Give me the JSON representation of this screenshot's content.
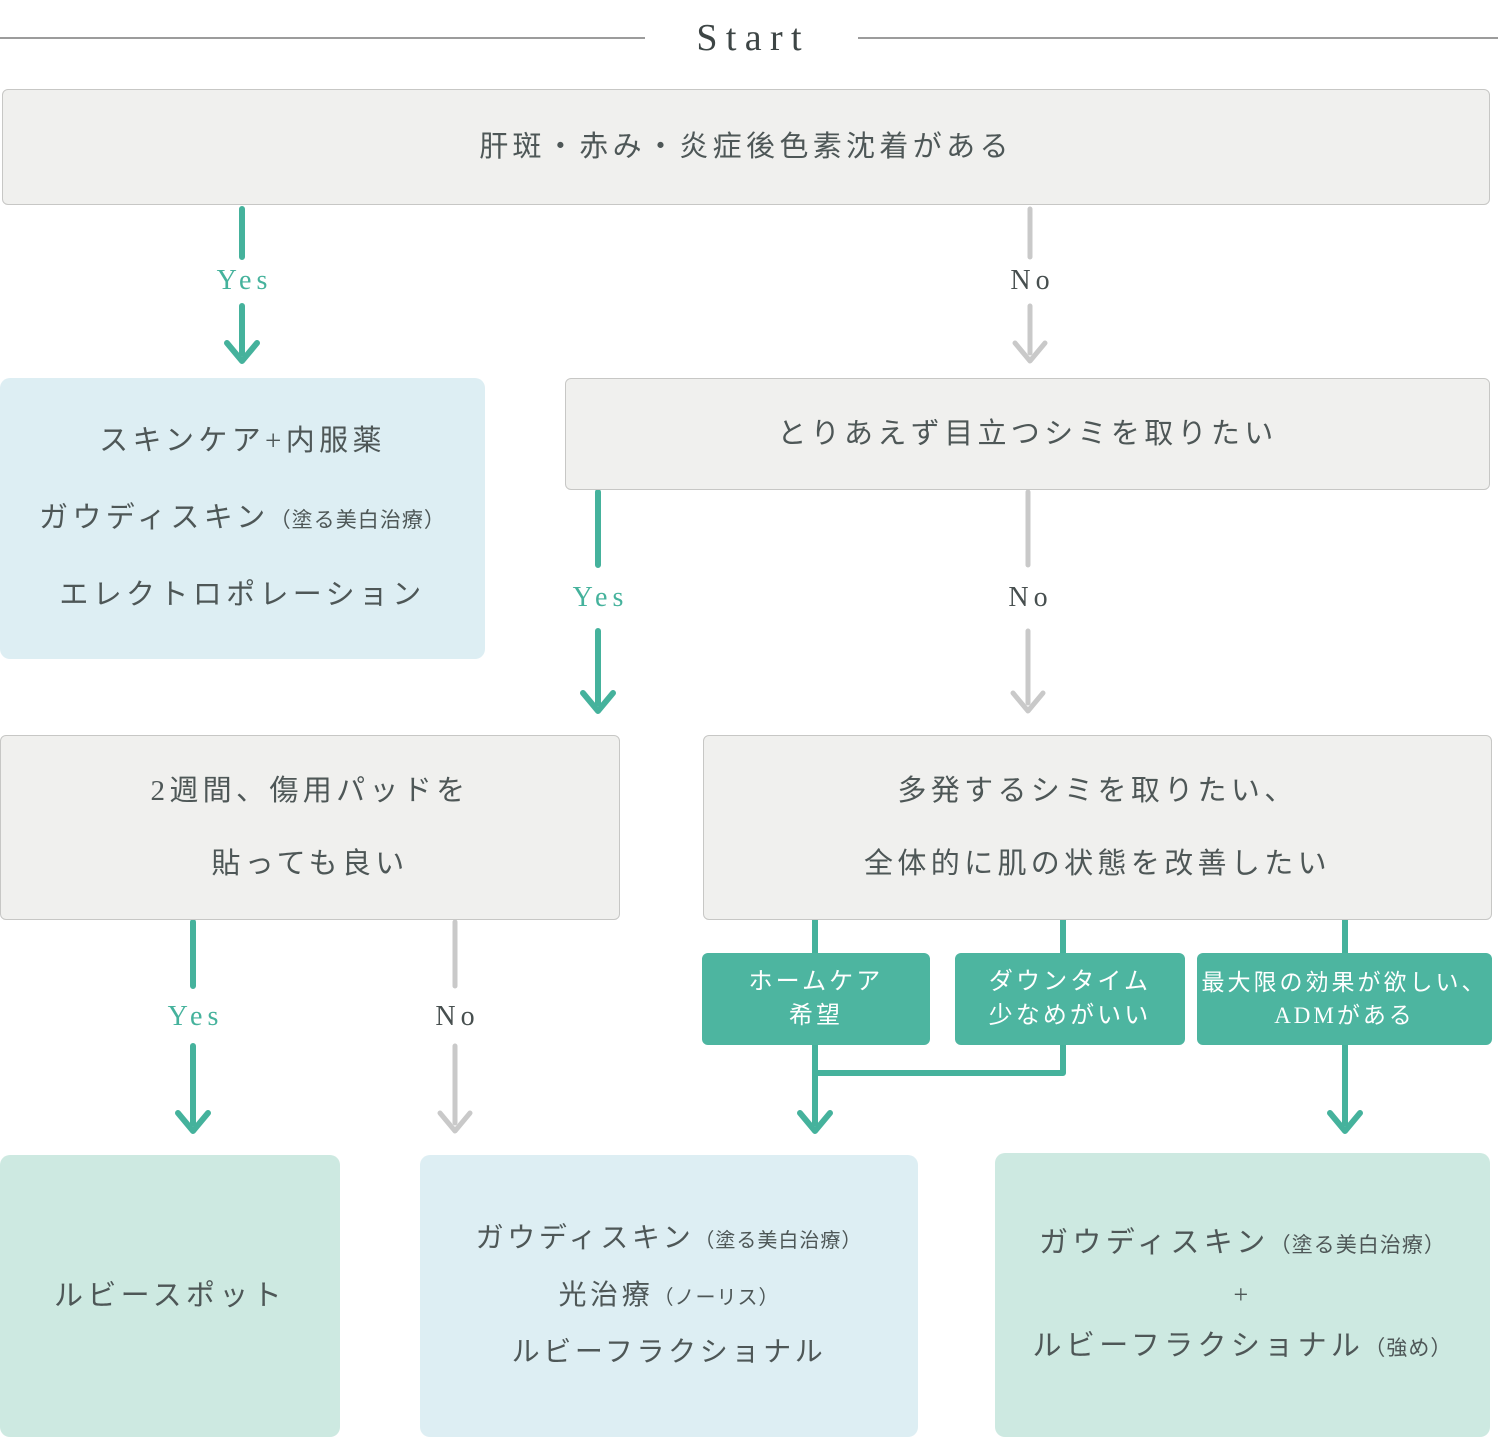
{
  "header": {
    "title": "Start"
  },
  "labels": {
    "yes": "Yes",
    "no": "No"
  },
  "colors": {
    "arrow_green": "#45b29c",
    "arrow_gray": "#c9c9c9",
    "chip_teal": "#4db5a0",
    "box_gray": "#f0f0ee",
    "box_blue": "#ddeef3",
    "box_mint": "#cde9e1",
    "text_dark": "#4e5757"
  },
  "questions": {
    "q1": "肝斑・赤み・炎症後色素沈着がある",
    "q2": "とりあえず目立つシミを取りたい",
    "q3": {
      "line1": "2週間、傷用パッドを",
      "line2": "貼っても良い"
    },
    "q4": {
      "line1": "多発するシミを取りたい、",
      "line2": "全体的に肌の状態を改善したい"
    }
  },
  "chips": {
    "homecare": {
      "line1": "ホームケア",
      "line2": "希望"
    },
    "downtime": {
      "line1": "ダウンタイム",
      "line2": "少なめがいい"
    },
    "maximum": {
      "line1": "最大限の効果が欲しい、",
      "line2": "ADMがある"
    }
  },
  "results": {
    "skincare": {
      "line1": "スキンケア+内服薬",
      "line2_main": "ガウディスキン",
      "line2_paren": "（塗る美白治療）",
      "line3": "エレクトロポレーション"
    },
    "rubyspot": "ルビースポット",
    "combo": {
      "line1_main": "ガウディスキン",
      "line1_paren": "（塗る美白治療）",
      "line2_main": "光治療",
      "line2_paren": "（ノーリス）",
      "line3": "ルビーフラクショナル"
    },
    "strong": {
      "line1_main": "ガウディスキン",
      "line1_paren": "（塗る美白治療）",
      "line2": "+",
      "line3_main": "ルビーフラクショナル",
      "line3_paren": "（強め）"
    }
  }
}
